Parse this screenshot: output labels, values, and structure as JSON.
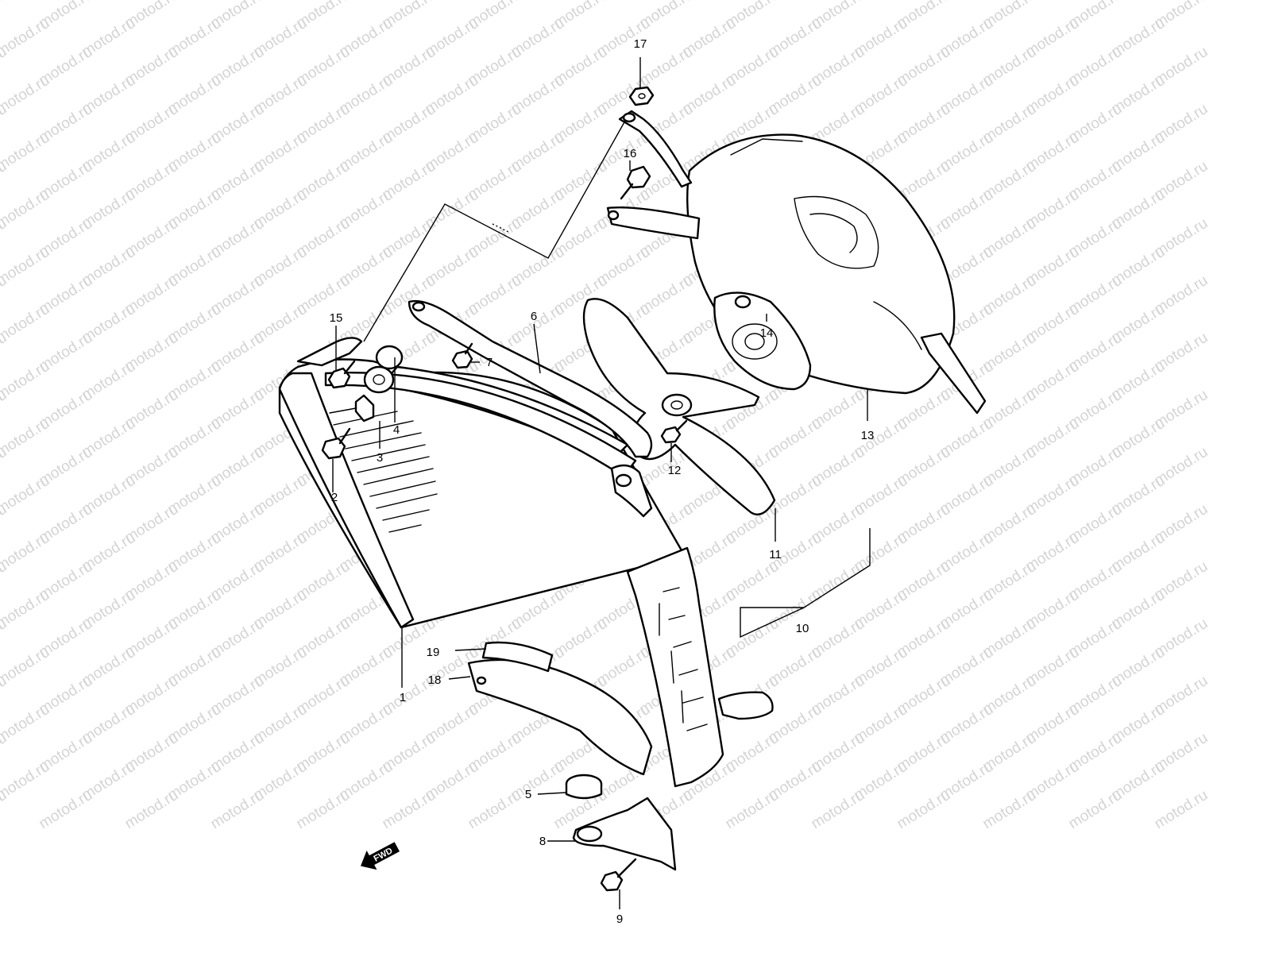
{
  "watermark": "motod.ru",
  "direction_label": "FWD",
  "callouts": [
    {
      "id": "1",
      "label": "1"
    },
    {
      "id": "2",
      "label": "2"
    },
    {
      "id": "3",
      "label": "3"
    },
    {
      "id": "4",
      "label": "4"
    },
    {
      "id": "5",
      "label": "5"
    },
    {
      "id": "6",
      "label": "6"
    },
    {
      "id": "7",
      "label": "7"
    },
    {
      "id": "8",
      "label": "8"
    },
    {
      "id": "9",
      "label": "9"
    },
    {
      "id": "10",
      "label": "10"
    },
    {
      "id": "11",
      "label": "11"
    },
    {
      "id": "12",
      "label": "12"
    },
    {
      "id": "13",
      "label": "13"
    },
    {
      "id": "14",
      "label": "14"
    },
    {
      "id": "15",
      "label": "15"
    },
    {
      "id": "16",
      "label": "16"
    },
    {
      "id": "17",
      "label": "17"
    },
    {
      "id": "18",
      "label": "18"
    },
    {
      "id": "19",
      "label": "19"
    }
  ]
}
